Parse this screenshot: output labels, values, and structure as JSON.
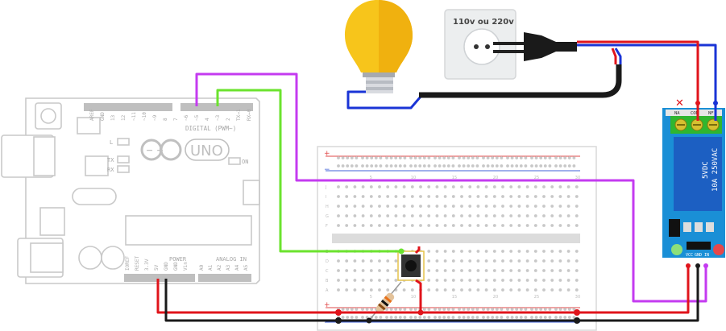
{
  "arduino": {
    "digital_label": "DIGITAL (PWM~)",
    "pin_labels_top": [
      "AREF",
      "GND",
      "13",
      "12",
      "~11",
      "~10",
      "~9",
      "8",
      "7",
      "~6",
      "~5",
      "4",
      "~3",
      "2",
      "TX→1",
      "RX←0"
    ],
    "led_labels": [
      "L",
      "TX",
      "RX"
    ],
    "on_label": "ON",
    "logo_text": "UNO",
    "logo_symbols": "−  +",
    "power_label": "POWER",
    "analog_label": "ANALOG IN",
    "power_pins": [
      "IOREF",
      "RESET",
      "3.3V",
      "5V",
      "GND",
      "GND",
      "Vin"
    ],
    "analog_pins": [
      "A0",
      "A1",
      "A2",
      "A3",
      "A4",
      "A5"
    ]
  },
  "outlet": {
    "voltage_label": "110v ou 220v"
  },
  "relay": {
    "terminal_labels": [
      "NA",
      "COM",
      "NF"
    ],
    "rating_lines": [
      "5VDC",
      "10A 250VAC"
    ],
    "pin_labels": [
      "VCC",
      "GND",
      "IN"
    ],
    "mark": "✕"
  },
  "breadboard": {
    "plus": "+",
    "minus": "−",
    "column_numbers": [
      "5",
      "10",
      "15",
      "20",
      "25",
      "30"
    ],
    "row_letters_top": [
      "J",
      "I",
      "H",
      "G",
      "F"
    ],
    "row_letters_bottom": [
      "E",
      "D",
      "C",
      "B",
      "A"
    ]
  },
  "colors": {
    "wire_red": "#e0141b",
    "wire_black": "#1a1a1a",
    "wire_blue": "#1a34d6",
    "wire_purple": "#c43bf0",
    "wire_green": "#6be32e",
    "arduino_outline": "#c9c9c9",
    "relay_blue": "#1a8fd6",
    "relay_green": "#2fb62f"
  }
}
